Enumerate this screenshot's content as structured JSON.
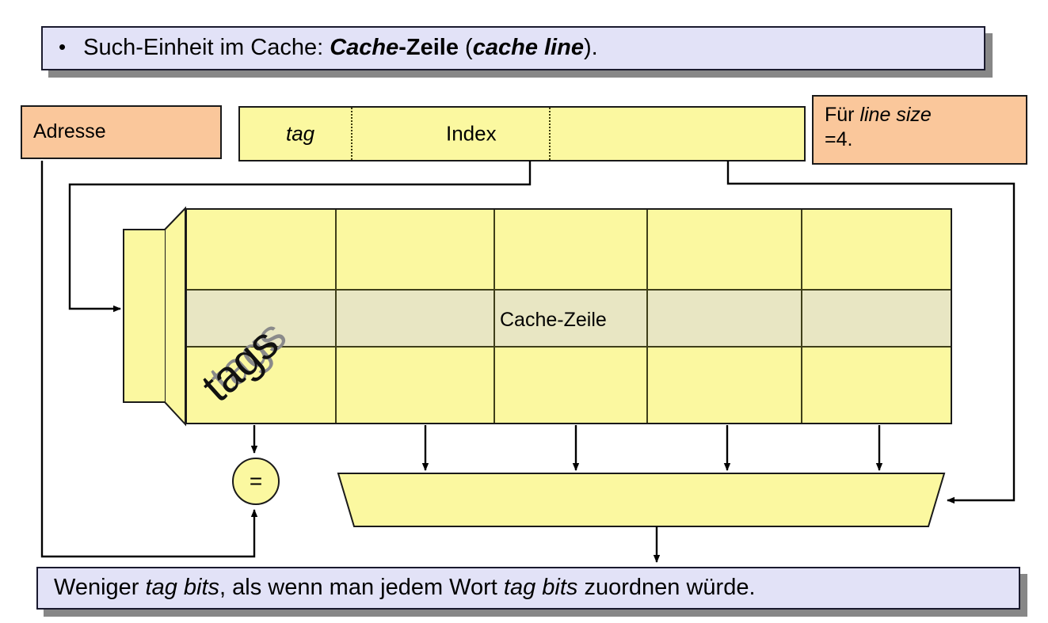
{
  "slide": {
    "title_bullet": {
      "bullet": "•",
      "segments": [
        {
          "text": "Such-Einheit im Cache: ",
          "style": "normal"
        },
        {
          "text": "Cache",
          "style": "bold-italic"
        },
        {
          "text": "-Zeile",
          "style": "bold"
        },
        {
          "text": " (",
          "style": "normal"
        },
        {
          "text": "cache line",
          "style": "bold-italic"
        },
        {
          "text": ").",
          "style": "normal"
        }
      ],
      "plain": "Such-Einheit im Cache: Cache-Zeile (cache line)."
    },
    "footer_note": {
      "segments": [
        {
          "text": "Weniger ",
          "style": "normal"
        },
        {
          "text": "tag bits",
          "style": "italic"
        },
        {
          "text": ", als wenn man jedem Wort ",
          "style": "normal"
        },
        {
          "text": "tag bits",
          "style": "italic"
        },
        {
          "text": " zuordnen würde.",
          "style": "normal"
        }
      ],
      "plain": "Weniger tag bits, als wenn man jedem Wort tag bits zuordnen würde."
    }
  },
  "labels": {
    "address_box": "Adresse",
    "line_size_note": {
      "line1_pre": "Für ",
      "line1_em": "line size",
      "line2": "=4."
    },
    "address_fields": {
      "tag": "tag",
      "index": "Index",
      "offset": ""
    },
    "cache_array": {
      "tags_column": "tags",
      "cache_line": "Cache-Zeile"
    },
    "comparator": "=",
    "multiplexer": ""
  },
  "colors": {
    "callout_fill": "#e2e2f7",
    "callout_border": "#1a1a2e",
    "callout_shadow": "#878787",
    "peach_fill": "#fac79b",
    "yellow_fill": "#fbf8a0",
    "highlight_row_fill": "#e8e6c3",
    "line_color": "#000000",
    "tags_gray": "#8a8a8a",
    "tags_black": "#111111"
  },
  "structure": {
    "grid_columns": 5,
    "grid_rows": 3,
    "data_columns": 4,
    "highlighted_row_index": 1,
    "line_size": 4
  }
}
